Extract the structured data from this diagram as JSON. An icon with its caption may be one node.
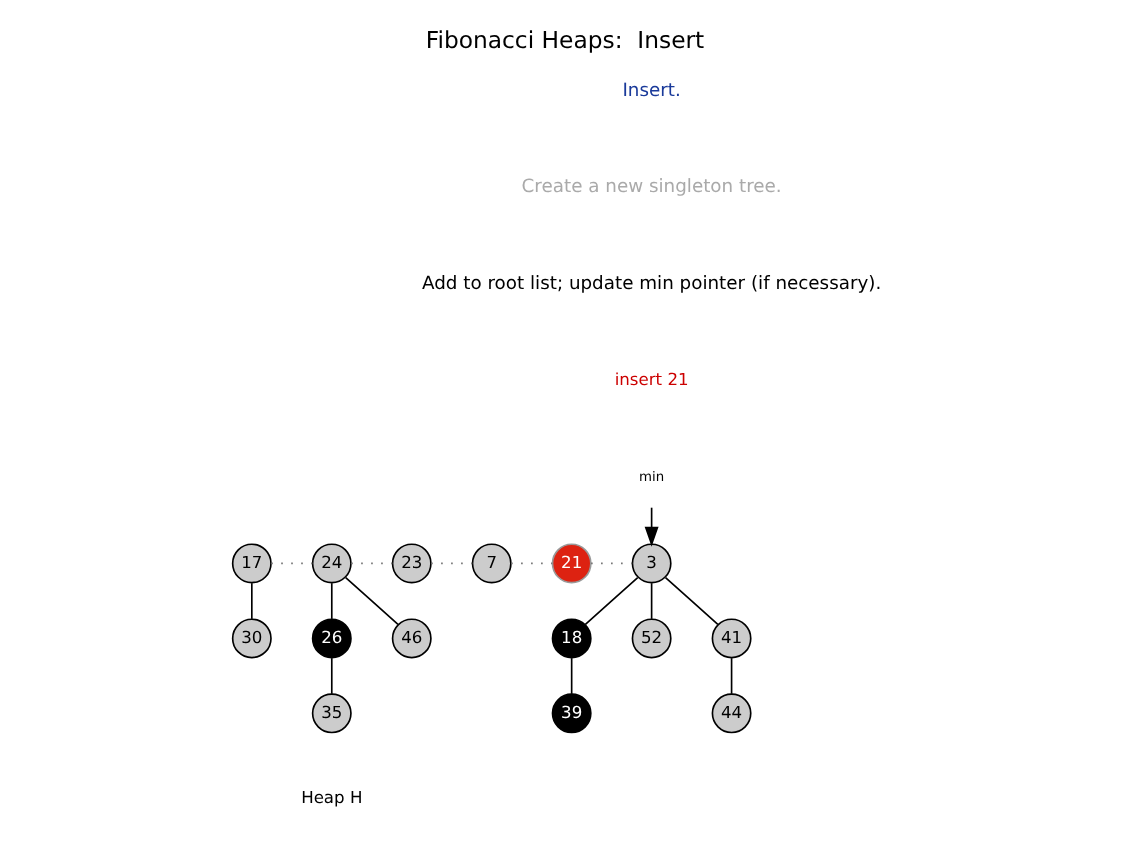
{
  "diagram": {
    "title": "Fibonacci Heaps:  Insert",
    "nodes": [
      {
        "text": [
          "17"
        ]
      },
      {
        "text": [
          "30"
        ]
      },
      {
        "text": [
          "24"
        ]
      },
      {
        "text": [
          "26"
        ]
      },
      {
        "text": [
          "46"
        ]
      },
      {
        "text": [
          "35"
        ]
      },
      {
        "text": [
          "23"
        ]
      },
      {
        "text": [
          "7"
        ]
      },
      {
        "text": [
          "21"
        ]
      },
      {
        "text": [
          "min"
        ]
      },
      {
        "text": [
          "3"
        ]
      },
      {
        "text": [
          "18"
        ]
      },
      {
        "text": [
          "52"
        ]
      },
      {
        "text": [
          "41"
        ]
      },
      {
        "text": [
          "39"
        ]
      },
      {
        "text": [
          "44"
        ]
      }
    ],
    "edges": [
      {
        "from": 0,
        "to": 2,
        "arrow": "none",
        "style": "dashed",
        "color": "#777777"
      },
      {
        "from": 2,
        "to": 6,
        "arrow": "none",
        "style": "dashed",
        "color": "#777777"
      },
      {
        "from": 6,
        "to": 7,
        "arrow": "none",
        "style": "dashed",
        "color": "#777777"
      },
      {
        "from": 7,
        "to": 8,
        "arrow": "none",
        "style": "dashed",
        "color": "#777777"
      },
      {
        "from": 8,
        "to": 10,
        "arrow": "none",
        "style": "dashed",
        "color": "#777777"
      },
      {
        "from": 0,
        "to": 1,
        "arrow": "none"
      },
      {
        "from": 2,
        "to": 3,
        "arrow": "none"
      },
      {
        "from": 2,
        "to": 4,
        "arrow": "none"
      },
      {
        "from": 3,
        "to": 5,
        "arrow": "none"
      },
      {
        "from": 9,
        "to": 10,
        "arrow": "to"
      },
      {
        "from": 10,
        "to": 11,
        "arrow": "none"
      },
      {
        "from": 10,
        "to": 12,
        "arrow": "none"
      },
      {
        "from": 10,
        "to": 13,
        "arrow": "none"
      },
      {
        "from": 11,
        "to": 14,
        "arrow": "none"
      },
      {
        "from": 13,
        "to": 15,
        "arrow": "none"
      }
    ],
    "labels": [
      "Insert.",
      "Create a new singleton tree.",
      "Add to root list; update min pointer (if necessary).",
      "insert 21",
      "Heap H"
    ]
  }
}
